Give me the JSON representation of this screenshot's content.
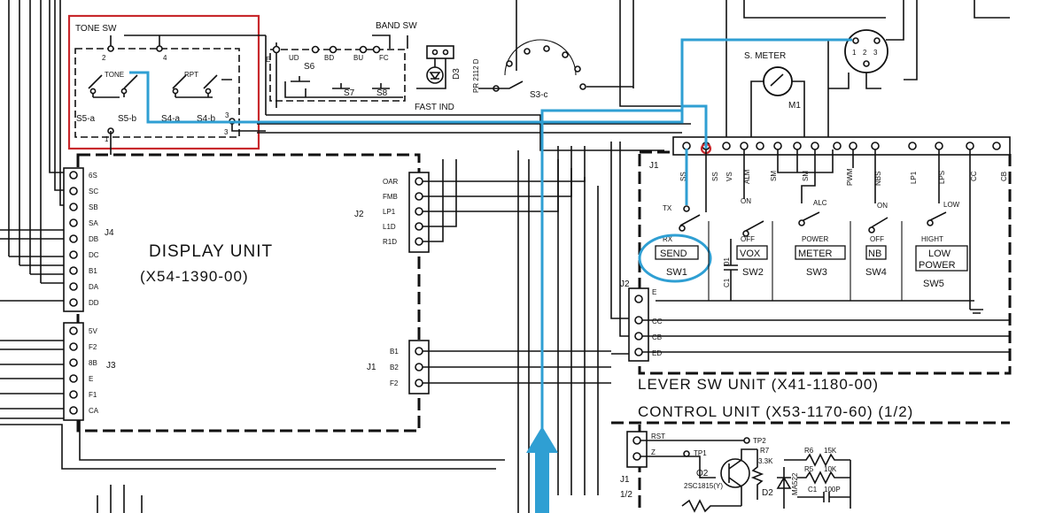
{
  "colors": {
    "annotation_blue": "#2f9fd3",
    "highlight_red": "#c8282c",
    "ink": "#111111",
    "paper": "#ffffff"
  },
  "tone_sw": {
    "title": "TONE SW",
    "pin2": "2",
    "pin4": "4",
    "pin1": "1",
    "pin3": "3",
    "pin3b": "3",
    "tone": "TONE",
    "rpt": "RPT",
    "s5a": "S5-a",
    "s5b": "S5-b",
    "s4a": "S4-a",
    "s4b": "S4-b"
  },
  "band_sw": {
    "title": "BAND SW",
    "e": "E",
    "ud": "UD",
    "bd": "BD",
    "bu": "BU",
    "fc": "FC",
    "s6": "S6",
    "s7": "S7",
    "s8": "S8",
    "fast_ind": "FAST IND",
    "d3": "D3",
    "d3_part": "PR 2112 D",
    "s3c": "S3-c"
  },
  "display_unit": {
    "title": "DISPLAY UNIT",
    "part": "(X54-1390-00)",
    "j4": "J4",
    "j3": "J3",
    "j2": "J2",
    "j1": "J1",
    "j4_pins": [
      "6S",
      "SC",
      "SB",
      "SA",
      "DB",
      "DC",
      "B1",
      "DA",
      "DD"
    ],
    "j3_pins": [
      "5V",
      "F2",
      "8B",
      "E",
      "F1",
      "CA"
    ],
    "j2_pins": [
      "OAR",
      "FMB",
      "LP1",
      "L1D",
      "R1D"
    ],
    "j1_pins": [
      "B1",
      "B2",
      "F2"
    ]
  },
  "lever_sw_unit": {
    "title": "LEVER SW UNIT (X41-1180-00)",
    "j1": "J1",
    "j2": "J2",
    "top_pins": [
      "SS",
      "SS",
      "VS",
      "ALM",
      "SM",
      "SM",
      "PWM",
      "NBS",
      "LP1",
      "LPS",
      "CC",
      "CB"
    ],
    "sw1": {
      "pos_top": "TX",
      "pos_bottom": "RX",
      "label": "SEND",
      "id": "SW1"
    },
    "sw2": {
      "pos_top": "ON",
      "pos_bottom": "OFF",
      "label": "VOX",
      "id": "SW2"
    },
    "sw3": {
      "pos_top": "ALC",
      "pos_bottom": "POWER",
      "label": "METER",
      "id": "SW3"
    },
    "sw4": {
      "pos_top": "ON",
      "pos_bottom": "OFF",
      "label": "NB",
      "id": "SW4"
    },
    "sw5": {
      "pos_top": "LOW",
      "pos_bottom": "HIGHT",
      "label_line1": "LOW",
      "label_line2": "POWER",
      "id": "SW5"
    },
    "c1": "C1",
    "c1b": "01",
    "j2_pins": [
      "E",
      "CC",
      "CB",
      "ED"
    ]
  },
  "meter": {
    "title": "S. METER",
    "id": "M1",
    "connector_pins": [
      "1",
      "2",
      "3"
    ]
  },
  "control_unit": {
    "title": "CONTROL UNIT (X53-1170-60) (1/2)",
    "j1": "J1",
    "j1_half": "1/2",
    "rst": "RST",
    "z": "Z",
    "tp1": "TP1",
    "tp2": "TP2",
    "q2": "Q2",
    "q2_part": "2SC1815(Y)",
    "r7": "R7",
    "r7_val": "3.3K",
    "r6": "R6",
    "r6_val": "15K",
    "r5": "R5",
    "r5_val": "10K",
    "c1": "C1",
    "c1_val": "100P",
    "d2": "D2",
    "d2_part": "MA522"
  }
}
